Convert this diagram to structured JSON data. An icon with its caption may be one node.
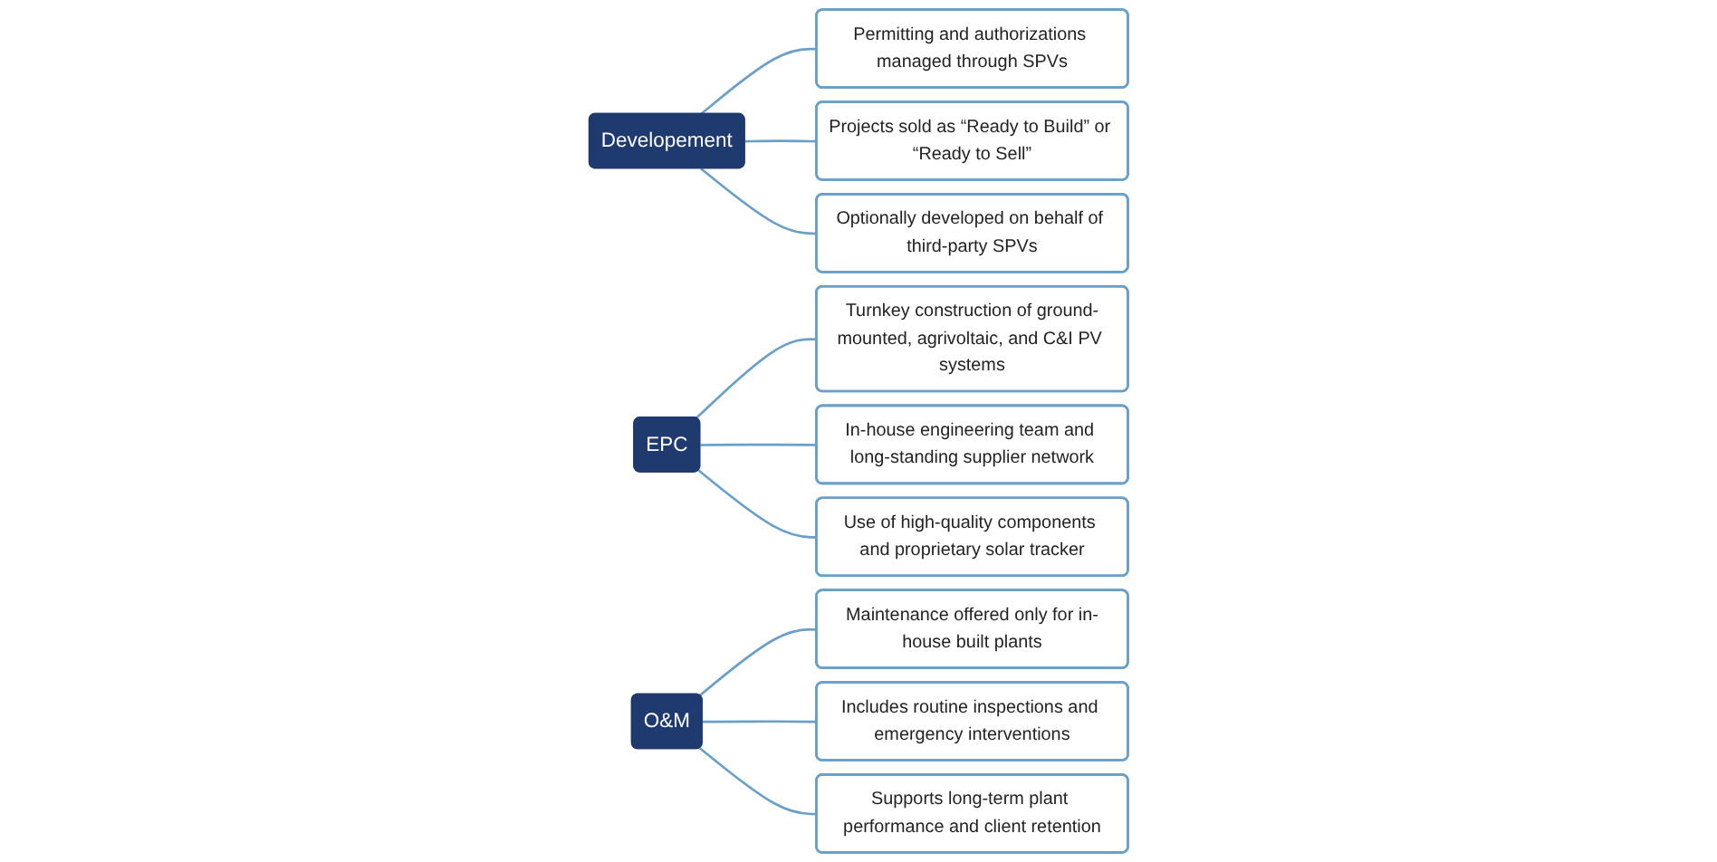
{
  "diagram": {
    "nodes": [
      {
        "text": [
          "Developement"
        ]
      },
      {
        "text": [
          "Permitting and authorizations managed through SPVs"
        ]
      },
      {
        "text": [
          "Projects sold as “Ready to Build” or “Ready to Sell”"
        ]
      },
      {
        "text": [
          "Optionally developed on behalf of third-party SPVs"
        ]
      },
      {
        "text": [
          "EPC"
        ]
      },
      {
        "text": [
          "Turnkey construction of ground-mounted, agrivoltaic, and C&I PV systems"
        ]
      },
      {
        "text": [
          "In-house engineering team and long-standing supplier network"
        ]
      },
      {
        "text": [
          "Use of high-quality components and proprietary solar tracker"
        ]
      },
      {
        "text": [
          "O&M"
        ]
      },
      {
        "text": [
          "Maintenance offered only for in-house built plants"
        ]
      },
      {
        "text": [
          "Includes routine inspections and emergency interventions"
        ]
      },
      {
        "text": [
          "Supports long-term plant performance and client retention"
        ]
      }
    ],
    "edges": [
      {
        "from": 0,
        "to": 1,
        "arrow": "none"
      },
      {
        "from": 0,
        "to": 2,
        "arrow": "none"
      },
      {
        "from": 0,
        "to": 3,
        "arrow": "none"
      },
      {
        "from": 4,
        "to": 5,
        "arrow": "none"
      },
      {
        "from": 4,
        "to": 6,
        "arrow": "none"
      },
      {
        "from": 4,
        "to": 7,
        "arrow": "none"
      },
      {
        "from": 8,
        "to": 9,
        "arrow": "none"
      },
      {
        "from": 8,
        "to": 10,
        "arrow": "none"
      },
      {
        "from": 8,
        "to": 11,
        "arrow": "none"
      }
    ]
  }
}
